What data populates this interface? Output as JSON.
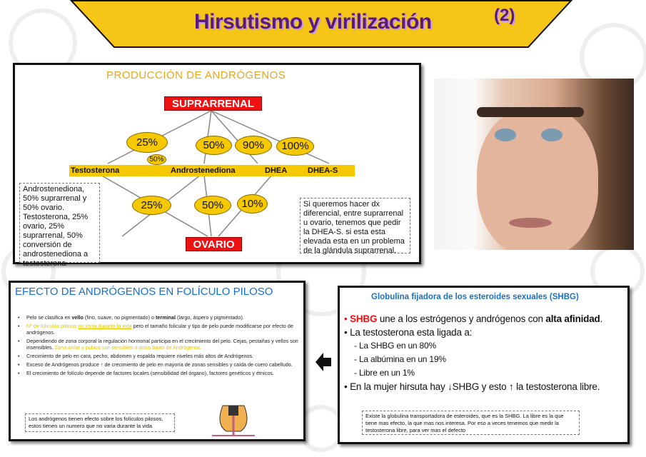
{
  "title": "Hirsutismo y virilización",
  "page_number": "(2)",
  "colors": {
    "banner": "#f5c518",
    "title": "#5a1a7a",
    "red": "#e11111",
    "oval": "#f5c800",
    "blue_header": "#1a6fc9"
  },
  "production": {
    "heading": "PRODUCCIÓN DE ANDRÓGENOS",
    "source_top": "SUPRARRENAL",
    "source_bottom": "OVARIO",
    "top_percents": [
      "25%",
      "50%",
      "90%",
      "100%"
    ],
    "small_percent": "50%",
    "hormones": [
      "Testosterona",
      "Androstenediona",
      "DHEA",
      "DHEA-S"
    ],
    "bottom_percents": [
      "25%",
      "50%",
      "10%"
    ],
    "note_left": "Androstenediona, 50% suprarrenal  y 50% ovario. Testosterona, 25% ovario, 25% suprarrenal, 50% conversión de androstenediona a testosterona",
    "note_right": "Si queremos hacer dx diferencial, entre suprarrenal u ovario, tenemos que pedir la DHEA-S. si esta esta elevada esta en un problema de la glándula suprarrenal."
  },
  "photo": {
    "alt": "face-photo"
  },
  "follicle": {
    "heading": "EFECTO DE ANDRÓGENOS EN FOLÍCULO PILOSO",
    "b1": {
      "a": "Pelo se clasifica en ",
      "b": "vello",
      "c": " (fino, suave, no pigmentado) o ",
      "d": "terminal",
      "e": " (largo, áspero y pigmentado)."
    },
    "b2": {
      "a": "Nº de folículos pilosos ",
      "b": "no varía durante la vida",
      "c": " pero el  tamaño folicular  y  tipo de pelo puede modificarse por efecto de andrógenos."
    },
    "b3": {
      "a": "Dependiendo de zona corporal la regulación hormonal participa en el  crecimiento del pelo. Cejas, pestañas y vellos son insensibles. ",
      "b": "Zona axilar y  púbica son sensibles a dosis bajas de Andrógenos."
    },
    "b4": "Crecimiento de pelo en cara, pecho, abdomen y espalda requiere niveles más altos de Andrógenos.",
    "b5": "Exceso de Andrógenos produce ↑ de crecimiento de pelo en mayoría de  zonas sensibles y caída de cuero cabelludo.",
    "b6": "El crecimiento de folículo  depende de factores locales (sensibilidad del órgano), factores genéticos y étnicos.",
    "note": "Los andrógenos tienen efecto sobre los folículos pilosos, estos tienen un numero que no varia durante la vida"
  },
  "shbg": {
    "heading": "Globulina fijadora de los esteroides sexuales (SHBG)",
    "p1": {
      "a": "SHBG",
      "b": " une a los estrógenos y andrógenos con ",
      "c": "alta afinidad",
      "d": "."
    },
    "p2": "La testosterona esta ligada a:",
    "sub": [
      "La SHBG en un 80%",
      "La albúmina en un 19%",
      "Libre en un 1%"
    ],
    "p3": "En la mujer hirsuta hay ↓SHBG y esto ↑ la testosterona libre.",
    "note": "Existe la globulina transportadora de esteroides, que es la SHBG. La libre es la que tiene mas efecto, la que mas nos interesa. Por eso a veces tenemos que medir la testosterona libre, para ver mas el defecto"
  }
}
